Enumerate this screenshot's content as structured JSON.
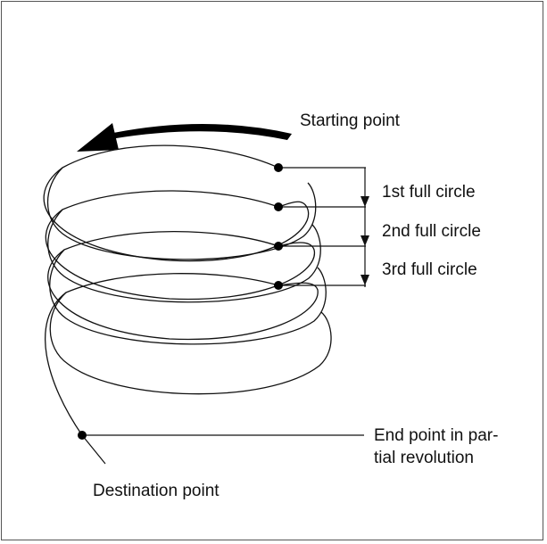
{
  "labels": {
    "starting_point": "Starting point",
    "first_circle": "1st full circle",
    "second_circle": "2nd full circle",
    "third_circle": "3rd full circle",
    "end_point_line1": "End point in par-",
    "end_point_line2": "tial revolution",
    "destination_point": "Destination point"
  },
  "colors": {
    "ink": "#111111",
    "arrow": "#000000",
    "frame": "#555555"
  },
  "icons": {
    "rotation": "rotation-direction-arrow-icon"
  }
}
